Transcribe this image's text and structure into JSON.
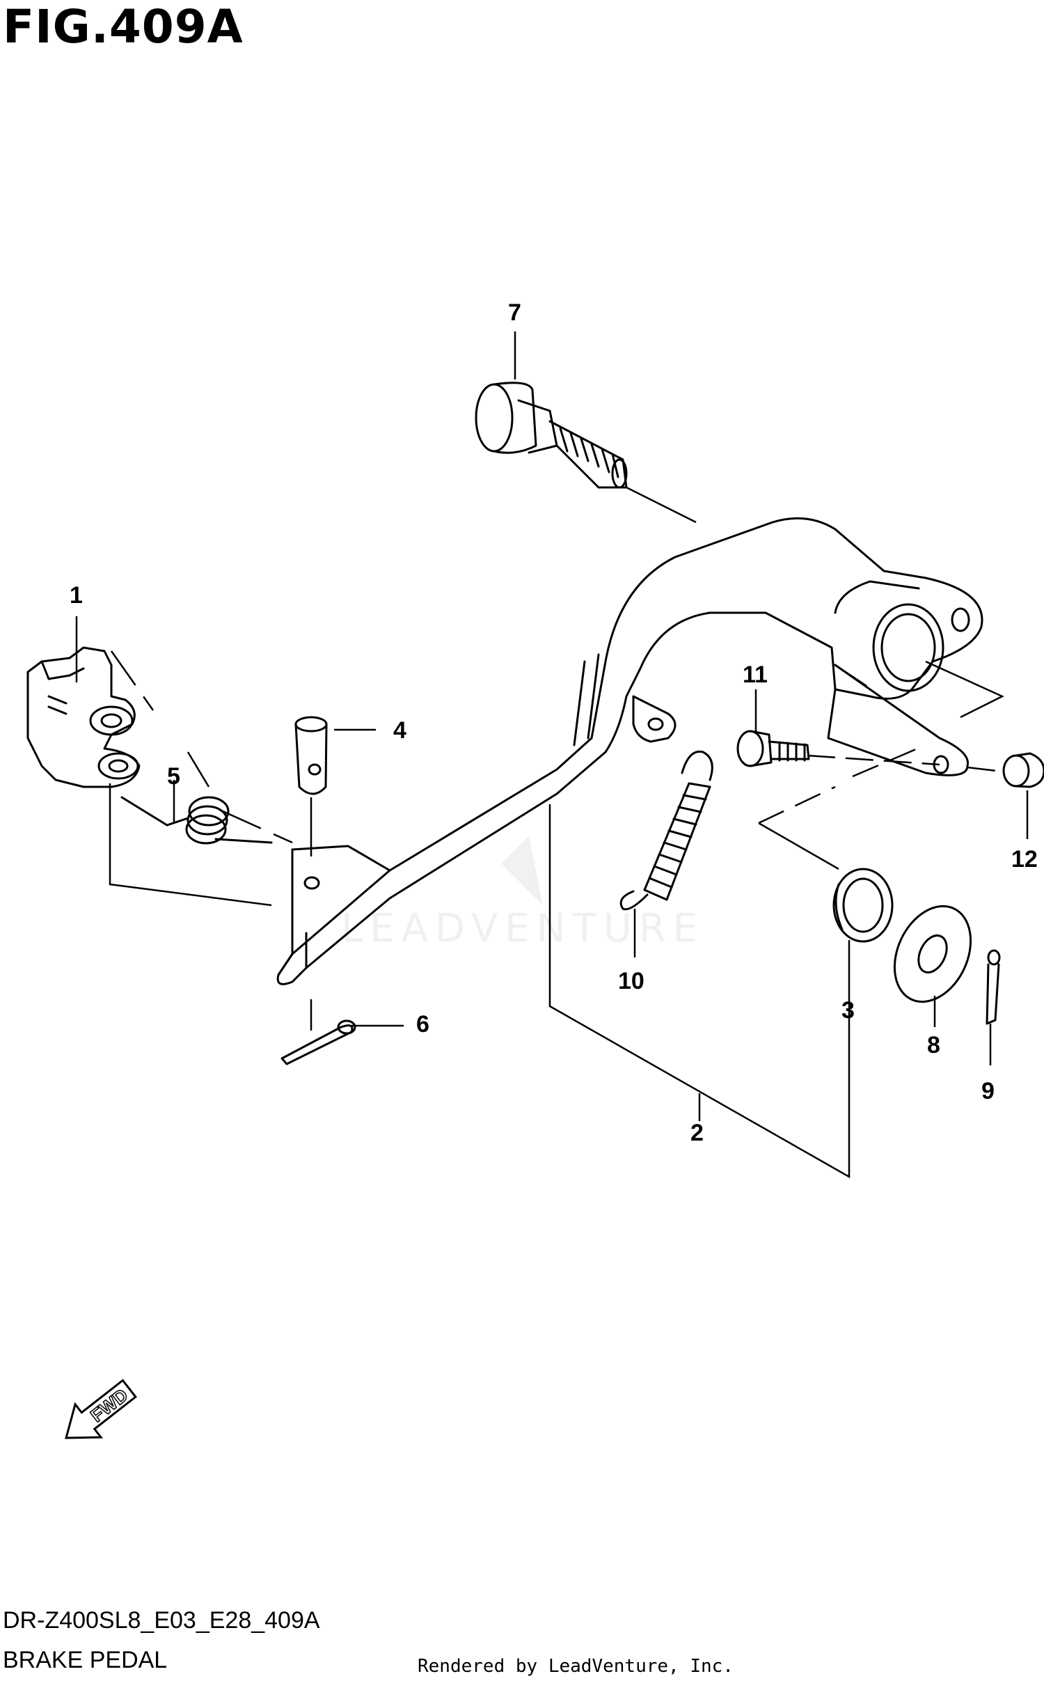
{
  "figure": {
    "title": "FIG.409A",
    "drawing_code": "DR-Z400SL8_E03_E28_409A",
    "name": "BRAKE PEDAL",
    "credit": "Rendered by LeadVenture, Inc.",
    "watermark": "LEADVENTURE"
  },
  "callouts": [
    {
      "label": "1"
    },
    {
      "label": "2"
    },
    {
      "label": "3"
    },
    {
      "label": "4"
    },
    {
      "label": "5"
    },
    {
      "label": "6"
    },
    {
      "label": "7"
    },
    {
      "label": "8"
    },
    {
      "label": "9"
    },
    {
      "label": "10"
    },
    {
      "label": "11"
    },
    {
      "label": "12"
    }
  ],
  "fwd_badge": {
    "label": "FWD"
  }
}
